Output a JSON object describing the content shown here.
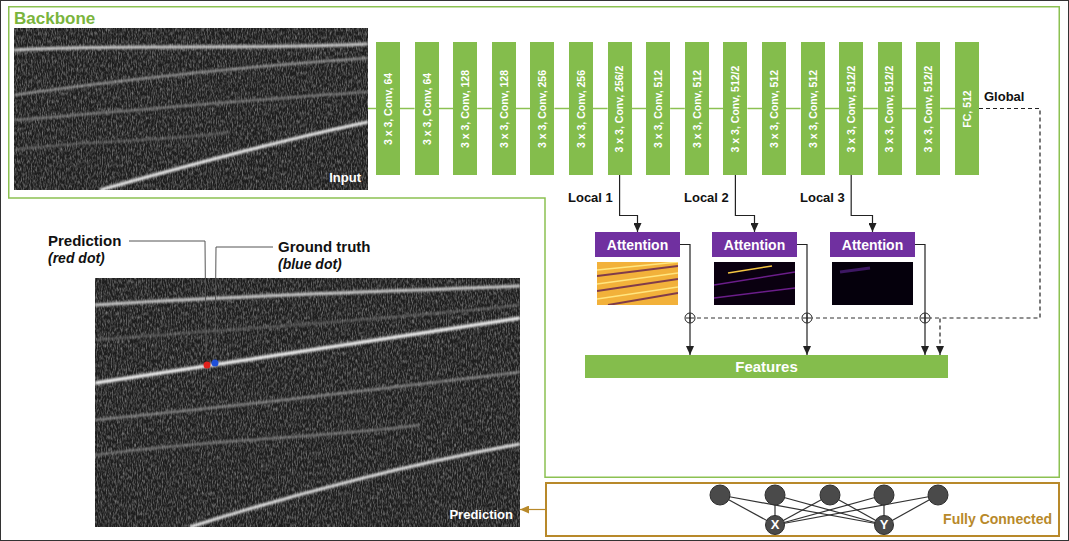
{
  "diagram": {
    "nodes": [
      {
        "text": [
          "Backbone"
        ]
      },
      {
        "text": [
          "Input"
        ],
        "in": 0
      },
      {
        "text": [
          "3 x 3, Conv, 64"
        ],
        "in": 0
      },
      {
        "text": [
          "3 x 3, Conv, 64"
        ],
        "in": 0
      },
      {
        "text": [
          "3 x 3, Conv, 128"
        ],
        "in": 0
      },
      {
        "text": [
          "3 x 3, Conv, 128"
        ],
        "in": 0
      },
      {
        "text": [
          "3 x 3, Conv, 256"
        ],
        "in": 0
      },
      {
        "text": [
          "3 x 3, Conv, 256"
        ],
        "in": 0
      },
      {
        "text": [
          "3 x 3, Conv, 256/2"
        ],
        "in": 0
      },
      {
        "text": [
          "3 x 3, Conv, 512"
        ],
        "in": 0
      },
      {
        "text": [
          "3 x 3, Conv, 512"
        ],
        "in": 0
      },
      {
        "text": [
          "3 x 3, Conv, 512/2"
        ],
        "in": 0
      },
      {
        "text": [
          "3 x 3, Conv, 512"
        ],
        "in": 0
      },
      {
        "text": [
          "3 x 3, Conv, 512"
        ],
        "in": 0
      },
      {
        "text": [
          "3 x 3, Conv, 512/2"
        ],
        "in": 0
      },
      {
        "text": [
          "3 x 3, Conv, 512/2"
        ],
        "in": 0
      },
      {
        "text": [
          "3 x 3, Conv, 512/2"
        ],
        "in": 0
      },
      {
        "text": [
          "FC, 512"
        ],
        "in": 0
      },
      {
        "text": [
          "Attention"
        ],
        "in": 0
      },
      {
        "text": [
          "Attention"
        ],
        "in": 0
      },
      {
        "text": [
          "Attention"
        ],
        "in": 0
      },
      {
        "text": [
          "Features"
        ],
        "in": 0
      },
      {
        "text": [
          "Fully Connected"
        ]
      },
      {
        "text": [
          "X"
        ],
        "in": 22
      },
      {
        "text": [
          "Y"
        ],
        "in": 22
      },
      {
        "text": [
          "Prediction"
        ]
      }
    ],
    "edges": [
      {
        "from": 1,
        "to": 2,
        "arrow": "none"
      },
      {
        "from": 2,
        "to": 3,
        "arrow": "none"
      },
      {
        "from": 3,
        "to": 4,
        "arrow": "none"
      },
      {
        "from": 4,
        "to": 5,
        "arrow": "none"
      },
      {
        "from": 5,
        "to": 6,
        "arrow": "none"
      },
      {
        "from": 6,
        "to": 7,
        "arrow": "none"
      },
      {
        "from": 7,
        "to": 8,
        "arrow": "none"
      },
      {
        "from": 8,
        "to": 9,
        "arrow": "none"
      },
      {
        "from": 9,
        "to": 10,
        "arrow": "none"
      },
      {
        "from": 10,
        "to": 11,
        "arrow": "none"
      },
      {
        "from": 11,
        "to": 12,
        "arrow": "none"
      },
      {
        "from": 12,
        "to": 13,
        "arrow": "none"
      },
      {
        "from": 13,
        "to": 14,
        "arrow": "none"
      },
      {
        "from": 14,
        "to": 15,
        "arrow": "none"
      },
      {
        "from": 15,
        "to": 16,
        "arrow": "none"
      },
      {
        "from": 16,
        "to": 17,
        "arrow": "none"
      },
      {
        "from": 8,
        "to": 18,
        "arrow": "to"
      },
      {
        "from": 11,
        "to": 19,
        "arrow": "to"
      },
      {
        "from": 14,
        "to": 20,
        "arrow": "to"
      },
      {
        "from": 18,
        "to": 21,
        "arrow": "to"
      },
      {
        "from": 19,
        "to": 21,
        "arrow": "to"
      },
      {
        "from": 20,
        "to": 21,
        "arrow": "to"
      },
      {
        "from": 17,
        "to": 21,
        "arrow": "to"
      },
      {
        "from": 22,
        "to": 25,
        "arrow": "to"
      }
    ],
    "labels": [
      "Global",
      "Local 1",
      "Local 2",
      "Local 3",
      "Prediction",
      "(red dot)",
      "Ground truth",
      "(blue dot)"
    ]
  }
}
